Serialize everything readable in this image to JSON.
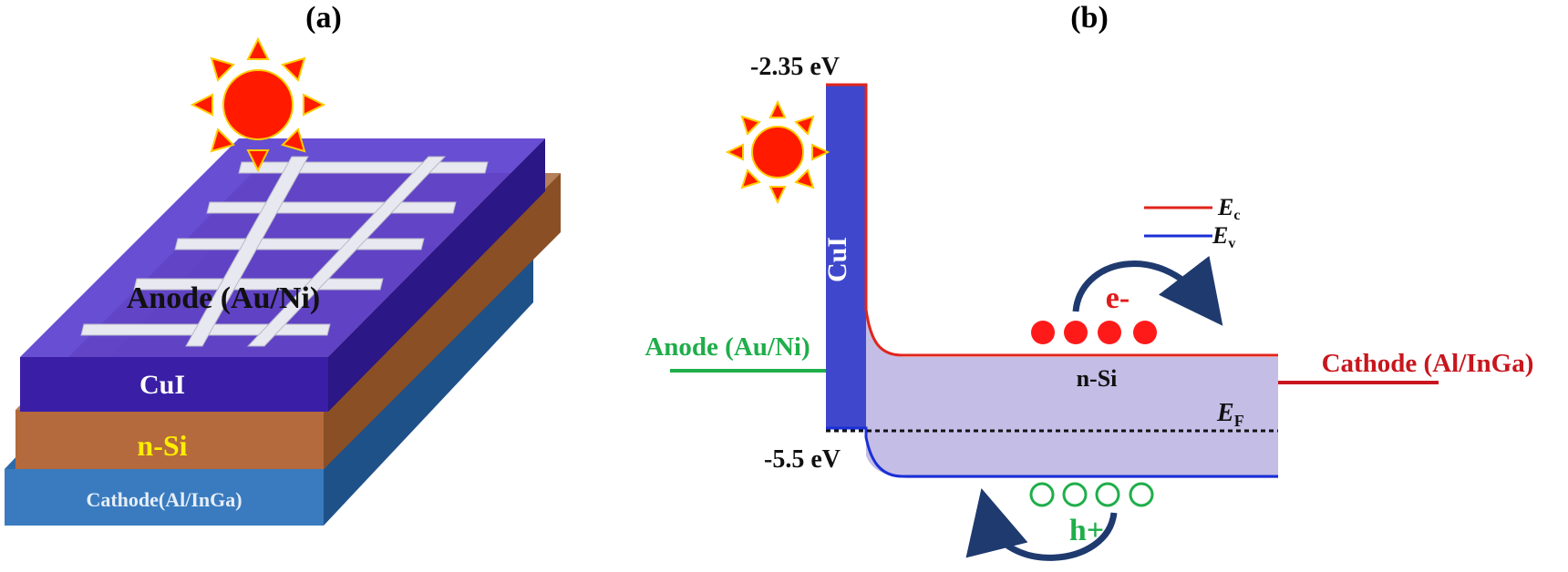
{
  "panel_a": {
    "label": "(a)",
    "layers": {
      "anode": "Anode (Au/Ni)",
      "cui": "CuI",
      "nsi": "n-Si",
      "cathode": "Cathode(Al/InGa)"
    }
  },
  "panel_b": {
    "label": "(b)",
    "energy_top": "-2.35 eV",
    "energy_bottom": "-5.5 eV",
    "cui_label": "CuI",
    "nsi_label": "n-Si",
    "anode_label": "Anode (Au/Ni)",
    "cathode_label": "Cathode (Al/InGa)",
    "electron_label": "e-",
    "hole_label": "h+",
    "legend": {
      "ec_main": "E",
      "ec_sub": "c",
      "ev_main": "E",
      "ev_sub": "v"
    },
    "fermi_main": "E",
    "fermi_sub": "F"
  },
  "colors": {
    "cui_top": "#5b3fcf",
    "cui_side": "#3a1fa6",
    "nsi": "#b46a3c",
    "cathode": "#3a7bbf",
    "ec_line": "#e0241c",
    "ev_line": "#1a2fd6",
    "anode_green": "#1fae4a",
    "cathode_red": "#c8161d",
    "sun": "#ff1a00"
  }
}
